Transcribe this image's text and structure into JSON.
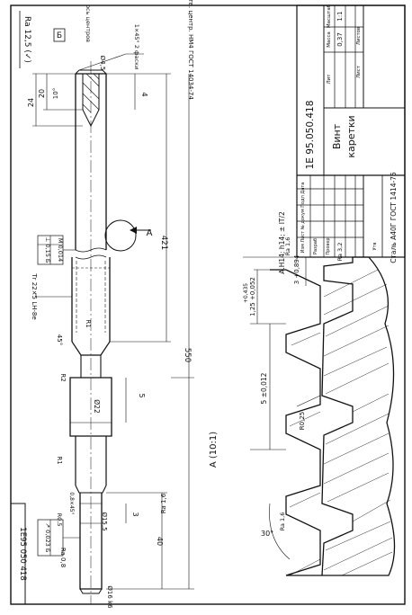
{
  "drawing": {
    "doc_number": "1E 95.050.418",
    "doc_number_corner": "1E95 050 418",
    "title_line1": "Винт",
    "title_line2": "каретки",
    "material": "Сталь А40Г ГОСТ 1414-75",
    "scale": "1:1",
    "mass": "0,37",
    "mass_header": "Масса",
    "scale_header": "Масштаб",
    "lit_header": "Лит",
    "sheet_label": "Лист",
    "sheets_label": "Листов",
    "stamp_rows": [
      "Изм Лист № докум Подп Дата",
      "Разраб",
      "Провер",
      "Утв"
    ],
    "roughness_general": "Ra 12,5 (✓)",
    "datum_b": "Б",
    "axis_label": "ось центров",
    "center_hole_note": "Отв. центр. НМ4 ГОСТ 14034-74",
    "chamfer_note": "1×45° 2 фаски",
    "tolerance_note": "А.Н14; h14; ± IT/2"
  },
  "dimensions": {
    "d45": "Ø4,5",
    "d24": "24",
    "d20": "20",
    "ang10": "10°",
    "d4": "4",
    "d421": "421",
    "d550": "550",
    "d5": "5",
    "d22": "Ø22",
    "r1a": "R1",
    "r2": "R2",
    "ang45": "45°",
    "r1b": "R1",
    "d3": "3",
    "d155": "Ø15,5",
    "d40": "40",
    "d16": "Ø16 k6",
    "r05": "R0,5",
    "ch": "0,8×45°",
    "thread": "Тr 22×5 LH-8e",
    "tol1": "⊥ 0,15 Б",
    "tol1b": "М 0,014",
    "tol2": "↗ 0,023 Б",
    "ra16a": "Ra 1,6",
    "ra08": "Ra 0,8",
    "ra16b": "Ra 1,6"
  },
  "detail": {
    "label": "A (10:1)",
    "view_marker": "A",
    "ra16_top": "Ra 1,6",
    "ra16_left": "Ra 1,6",
    "ra32": "Ra 3,2",
    "p_dim": "5 ±0,012",
    "half_p": "1,25 +0,052",
    "tol_up": "+0,435",
    "depth": "3 +0,894",
    "r025": "R0,25",
    "ang30": "30°"
  }
}
